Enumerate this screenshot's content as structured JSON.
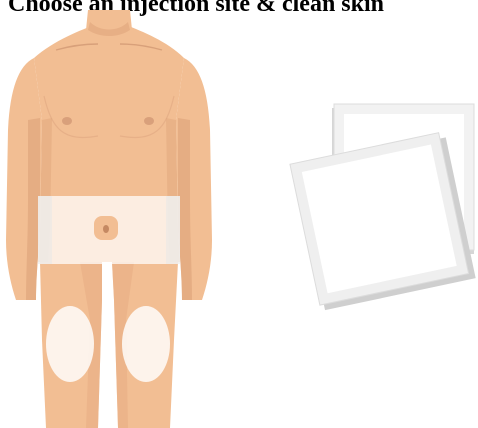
{
  "title": "Choose an injection site & clean skin",
  "colors": {
    "skin": "#F2BE93",
    "skin_shadow": "#E0A57C",
    "skin_line": "#D8A07A",
    "site_overlay": "#FFFFFF",
    "wipe_face": "#FFFFFF",
    "wipe_edge": "#DCDCDC",
    "wipe_shadow": "#CFCFCF",
    "text": "#000000"
  },
  "icons": {
    "figure": "human-torso-figure",
    "wipe": "alcohol-wipe-pads"
  }
}
